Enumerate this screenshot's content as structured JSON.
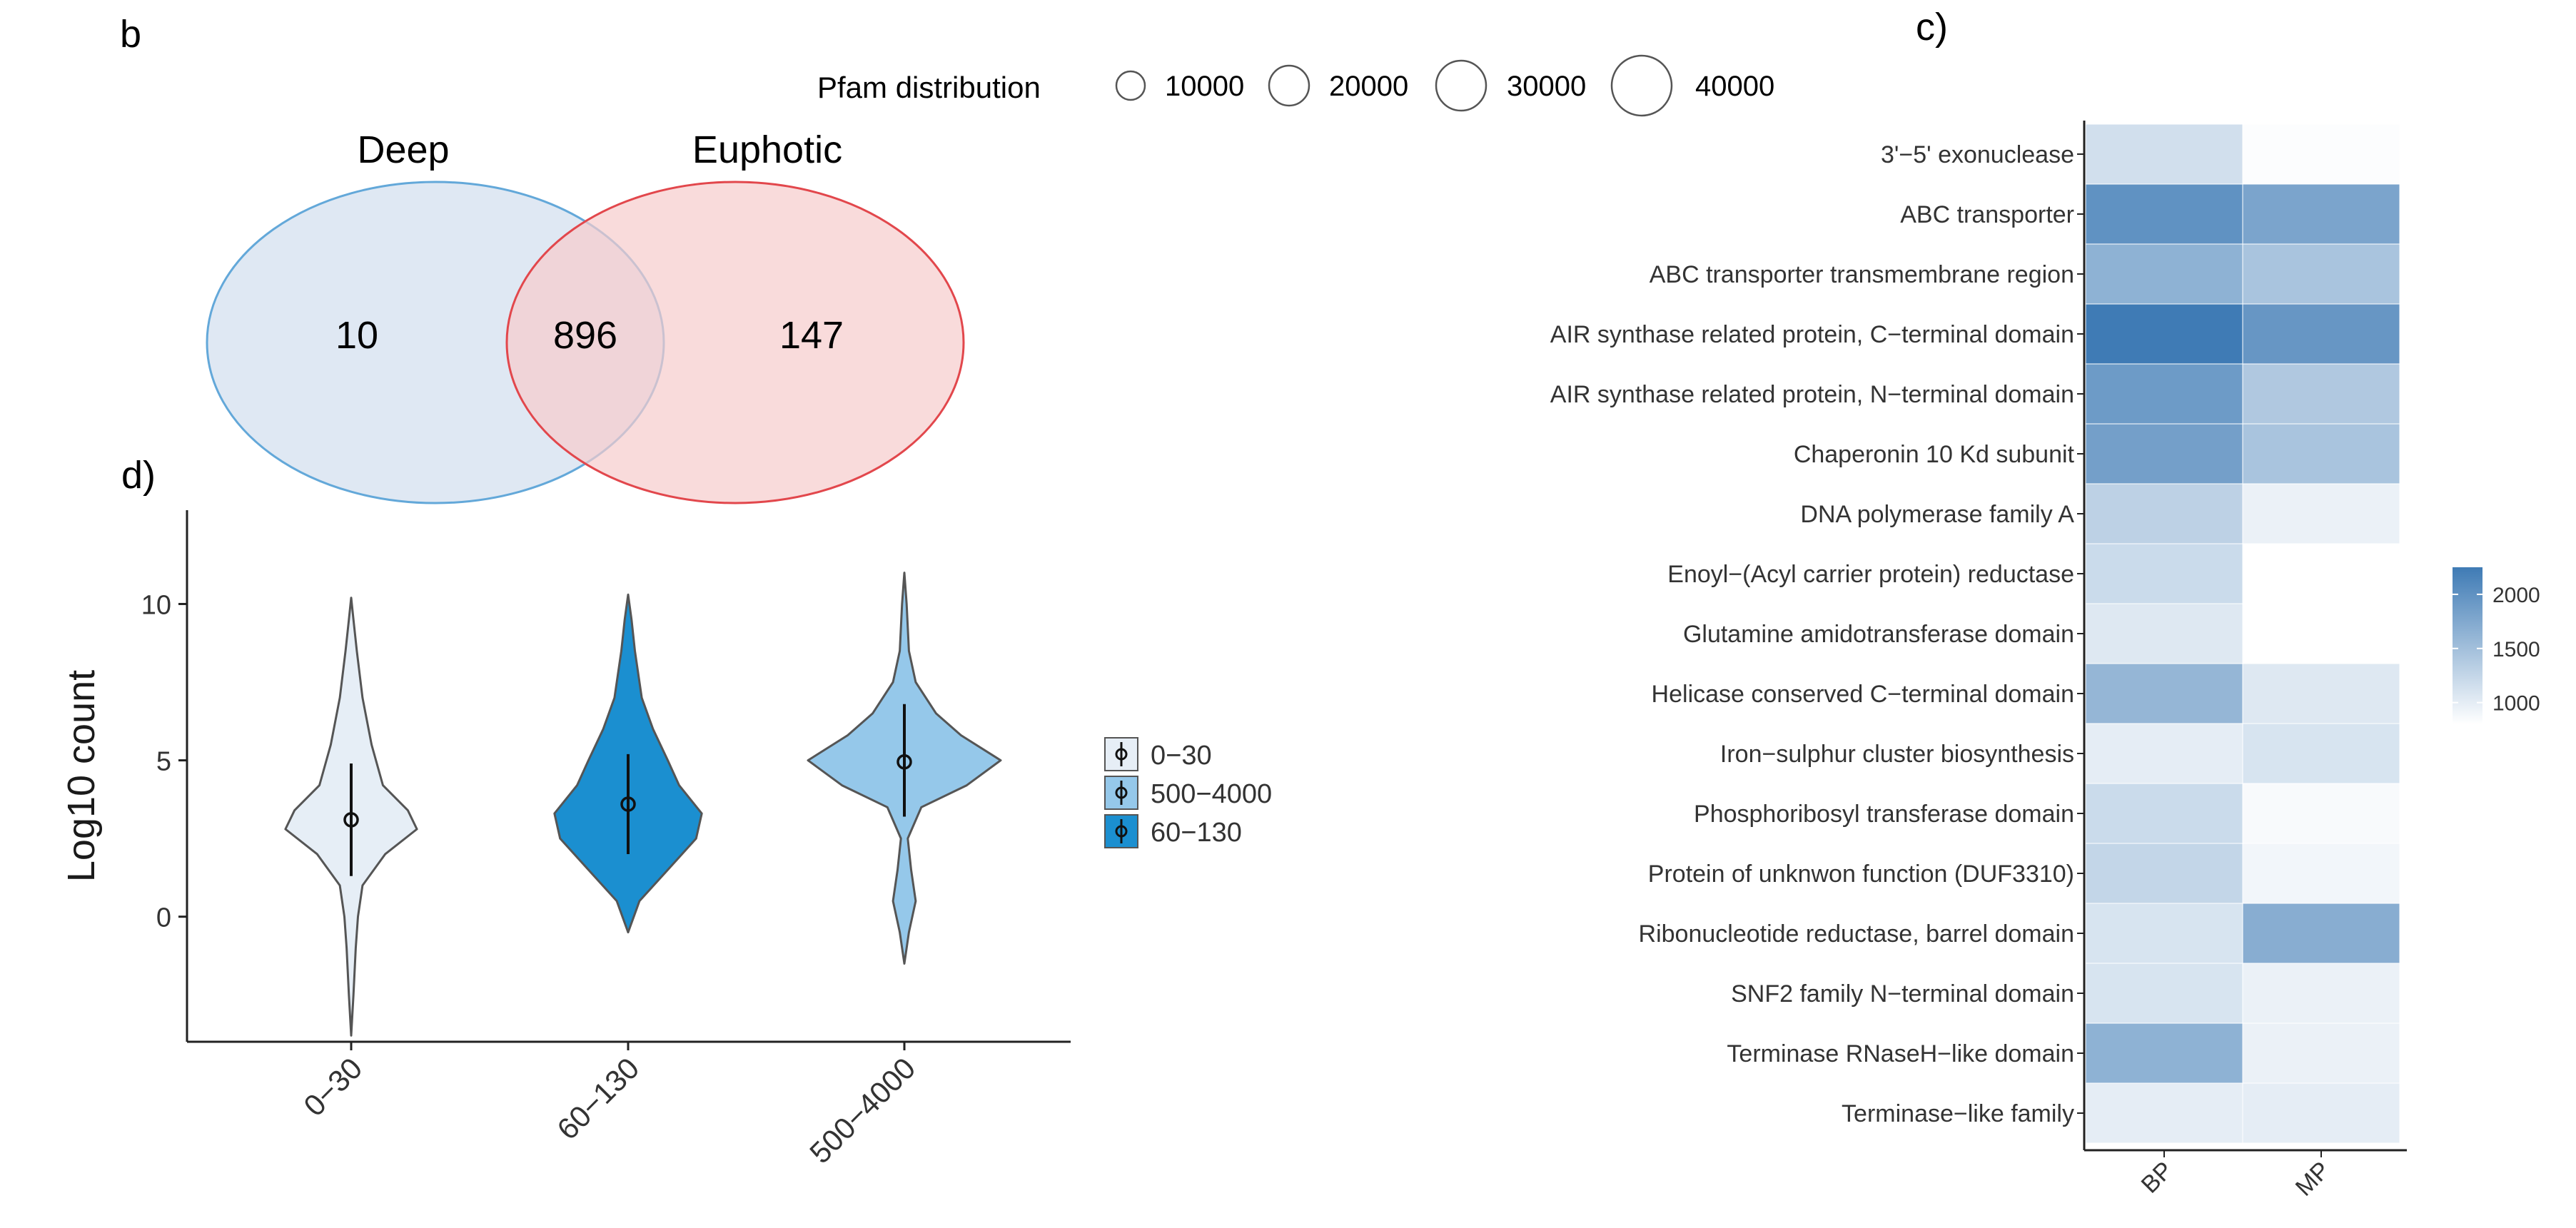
{
  "panel_labels": {
    "b": "b",
    "c": "c)",
    "d": "d)"
  },
  "venn": {
    "left_label": "Deep",
    "right_label": "Euphotic",
    "left_only": "10",
    "overlap": "896",
    "right_only": "147",
    "left_color": "#dbe6f2",
    "left_stroke": "#63a8d9",
    "right_color": "#f6cccc",
    "right_stroke": "#e2474c"
  },
  "size_legend": {
    "title": "Pfam distribution",
    "items": [
      "10000",
      "20000",
      "30000",
      "40000"
    ]
  },
  "chart_data": [
    {
      "type": "heatmap",
      "panel": "c)",
      "x_categories": [
        "BP",
        "MP"
      ],
      "y_categories": [
        "3'−5' exonuclease",
        "ABC transporter",
        "ABC transporter transmembrane region",
        "AIR synthase related protein, C−terminal domain",
        "AIR synthase related protein, N−terminal domain",
        "Chaperonin 10 Kd subunit",
        "DNA polymerase family A",
        "Enoyl−(Acyl carrier protein) reductase",
        "Glutamine amidotransferase domain",
        "Helicase conserved C−terminal domain",
        "Iron−sulphur cluster biosynthesis",
        "Phosphoribosyl transferase domain",
        "Protein of unknwon function (DUF3310)",
        "Ribonucleotide reductase, barrel domain",
        "SNF2 family N−terminal domain",
        "Terminase RNaseH−like domain",
        "Terminase−like family"
      ],
      "values": [
        [
          1150,
          820
        ],
        [
          2000,
          1800
        ],
        [
          1650,
          1450
        ],
        [
          2250,
          1950
        ],
        [
          1900,
          1400
        ],
        [
          1850,
          1450
        ],
        [
          1300,
          950
        ],
        [
          1200,
          780
        ],
        [
          1050,
          760
        ],
        [
          1600,
          1050
        ],
        [
          1000,
          1100
        ],
        [
          1200,
          850
        ],
        [
          1250,
          900
        ],
        [
          1100,
          1700
        ],
        [
          1100,
          950
        ],
        [
          1650,
          950
        ],
        [
          1000,
          1000
        ]
      ],
      "legend": {
        "ticks": [
          "1000",
          "1500",
          "2000"
        ],
        "tick_values": [
          1000,
          1500,
          2000
        ],
        "range": [
          800,
          2250
        ],
        "low_color": "#ffffff",
        "high_color": "#3f7bb5"
      }
    },
    {
      "type": "violin",
      "panel": "d)",
      "ylabel": "Log10 count",
      "categories": [
        "0−30",
        "60−130",
        "500−4000"
      ],
      "ylim": [
        -4,
        13
      ],
      "yticks": [
        "0",
        "5",
        "10"
      ],
      "ytick_values": [
        0,
        5,
        10
      ],
      "series": [
        {
          "name": "0−30",
          "fill": "#e6eef6",
          "median": 3.1,
          "interval": [
            1.3,
            4.9
          ],
          "range": [
            -3.8,
            10.2
          ],
          "density": [
            [
              -3.8,
              0
            ],
            [
              -2.5,
              2
            ],
            [
              -1,
              4
            ],
            [
              0,
              6
            ],
            [
              1,
              10
            ],
            [
              2,
              30
            ],
            [
              2.8,
              58
            ],
            [
              3.4,
              50
            ],
            [
              4.2,
              28
            ],
            [
              5.5,
              18
            ],
            [
              7,
              10
            ],
            [
              8.5,
              5
            ],
            [
              9.5,
              2
            ],
            [
              10.2,
              0
            ]
          ]
        },
        {
          "name": "60−130",
          "fill": "#1b8fd0",
          "median": 3.6,
          "interval": [
            2.0,
            5.2
          ],
          "range": [
            -0.5,
            10.3
          ],
          "density": [
            [
              -0.5,
              0
            ],
            [
              0.5,
              10
            ],
            [
              1.5,
              35
            ],
            [
              2.5,
              60
            ],
            [
              3.3,
              65
            ],
            [
              4.2,
              45
            ],
            [
              5,
              35
            ],
            [
              6,
              22
            ],
            [
              7,
              12
            ],
            [
              8.5,
              6
            ],
            [
              9.5,
              3
            ],
            [
              10.3,
              0
            ]
          ]
        },
        {
          "name": "500−4000",
          "fill": "#95c8ea",
          "median": 4.95,
          "interval": [
            3.2,
            6.8
          ],
          "range": [
            -1.5,
            11
          ],
          "density": [
            [
              -1.5,
              0
            ],
            [
              -0.5,
              4
            ],
            [
              0.5,
              10
            ],
            [
              1.5,
              6
            ],
            [
              2.5,
              3
            ],
            [
              3.5,
              15
            ],
            [
              4.2,
              55
            ],
            [
              5,
              85
            ],
            [
              5.8,
              50
            ],
            [
              6.5,
              28
            ],
            [
              7.5,
              10
            ],
            [
              8.5,
              4
            ],
            [
              10,
              2
            ],
            [
              11,
              0
            ]
          ]
        }
      ],
      "legend": [
        "0−30",
        "500−4000",
        "60−130"
      ]
    }
  ]
}
